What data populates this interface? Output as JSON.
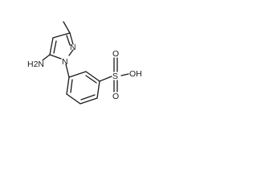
{
  "structure": {
    "atoms": {
      "amino_group": "H2N",
      "ring_nitrogen_1": "N",
      "ring_nitrogen_2": "N",
      "sulfur": "S",
      "oxo_top": "O",
      "oxo_bottom": "O",
      "hydroxyl": "OH"
    }
  }
}
